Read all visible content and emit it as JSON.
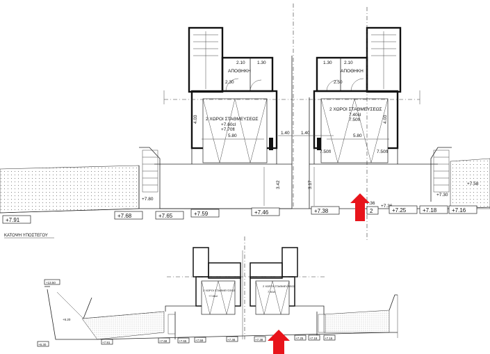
{
  "plan_title": "ΚΑΤΟΨΗ ΥΠΟΣΤΕΓΟΥ",
  "upper_plan": {
    "left_unit": {
      "storage_label": "ΑΠΟΘΗΚΗ",
      "dim_top": "2.10",
      "dim_room": "1.30",
      "dim_side": "2.30",
      "parking_title": "2 ΧΩΡΟΙ ΣΤΑΘΜΕΥΣΕΩΣ",
      "parking_level_a": "+7.60cl",
      "parking_level_b": "+7.70fl",
      "dim_inner": "5.80",
      "dim_height": "4.03",
      "dim_center": "1.40",
      "dim_drop": "3.42"
    },
    "right_unit": {
      "storage_label": "ΑΠΟΘΗΚΗ",
      "dim_top": "2.10",
      "dim_room": "1.30",
      "dim_side": "2.50",
      "parking_title": "2 ΧΩΡΟΙ ΣΤΑΘΜΕΥΣΕΩΣ",
      "parking_level_a": "7.40cl",
      "parking_level_b": "7.50fl",
      "dim_inner": "5.80",
      "dim_height": "4.03",
      "dim_center": "1.40",
      "dim_drop": "3.17",
      "level_left": "7.50fl",
      "level_right": "7.50fl"
    },
    "level_boxes": [
      "+7.91",
      "+7.68",
      "+7.65",
      "+7.59",
      "+7.46",
      "+7.38",
      "2",
      "+7.25",
      "+7.18",
      "+7.16"
    ],
    "level_marks": [
      "+7.80",
      "+7.36",
      "+7.30",
      "+7.36"
    ]
  },
  "lower_plan": {
    "left_title": "2 ΧΩΡΟΙ ΣΤΑΘΜΕΥΣΕΩΣ",
    "right_title": "2 ΧΩΡΟΙ ΣΤΑΘΜΕΥΣΕΩΣ",
    "top_level": "+13.50",
    "mid_level": "+6.20",
    "bottom_level": "+6.30",
    "level_boxes": [
      "+7.91",
      "+7.68",
      "+7.65",
      "+7.59",
      "+7.46",
      "+7.38",
      "+7.25",
      "+7.18",
      "+7.16"
    ]
  },
  "arrow_color": "#e8141b"
}
